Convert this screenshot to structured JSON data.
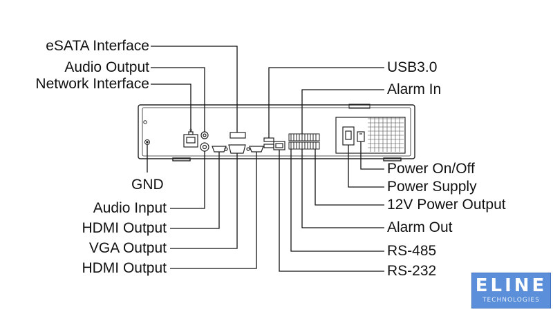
{
  "labels": {
    "esata": "eSATA Interface",
    "audio_output": "Audio Output",
    "network_interface": "Network Interface",
    "gnd": "GND",
    "audio_input": "Audio Input",
    "hdmi_output_1": "HDMI Output",
    "vga_output": "VGA Output",
    "hdmi_output_2": "HDMI Output",
    "usb3": "USB3.0",
    "alarm_in": "Alarm In",
    "power_onoff": "Power On/Off",
    "power_supply": "Power Supply",
    "power_output_12v": "12V Power Output",
    "alarm_out": "Alarm Out",
    "rs485": "RS-485",
    "rs232": "RS-232"
  },
  "logo": {
    "main": "ELINE",
    "sub": "TECHNOLOGIES"
  }
}
